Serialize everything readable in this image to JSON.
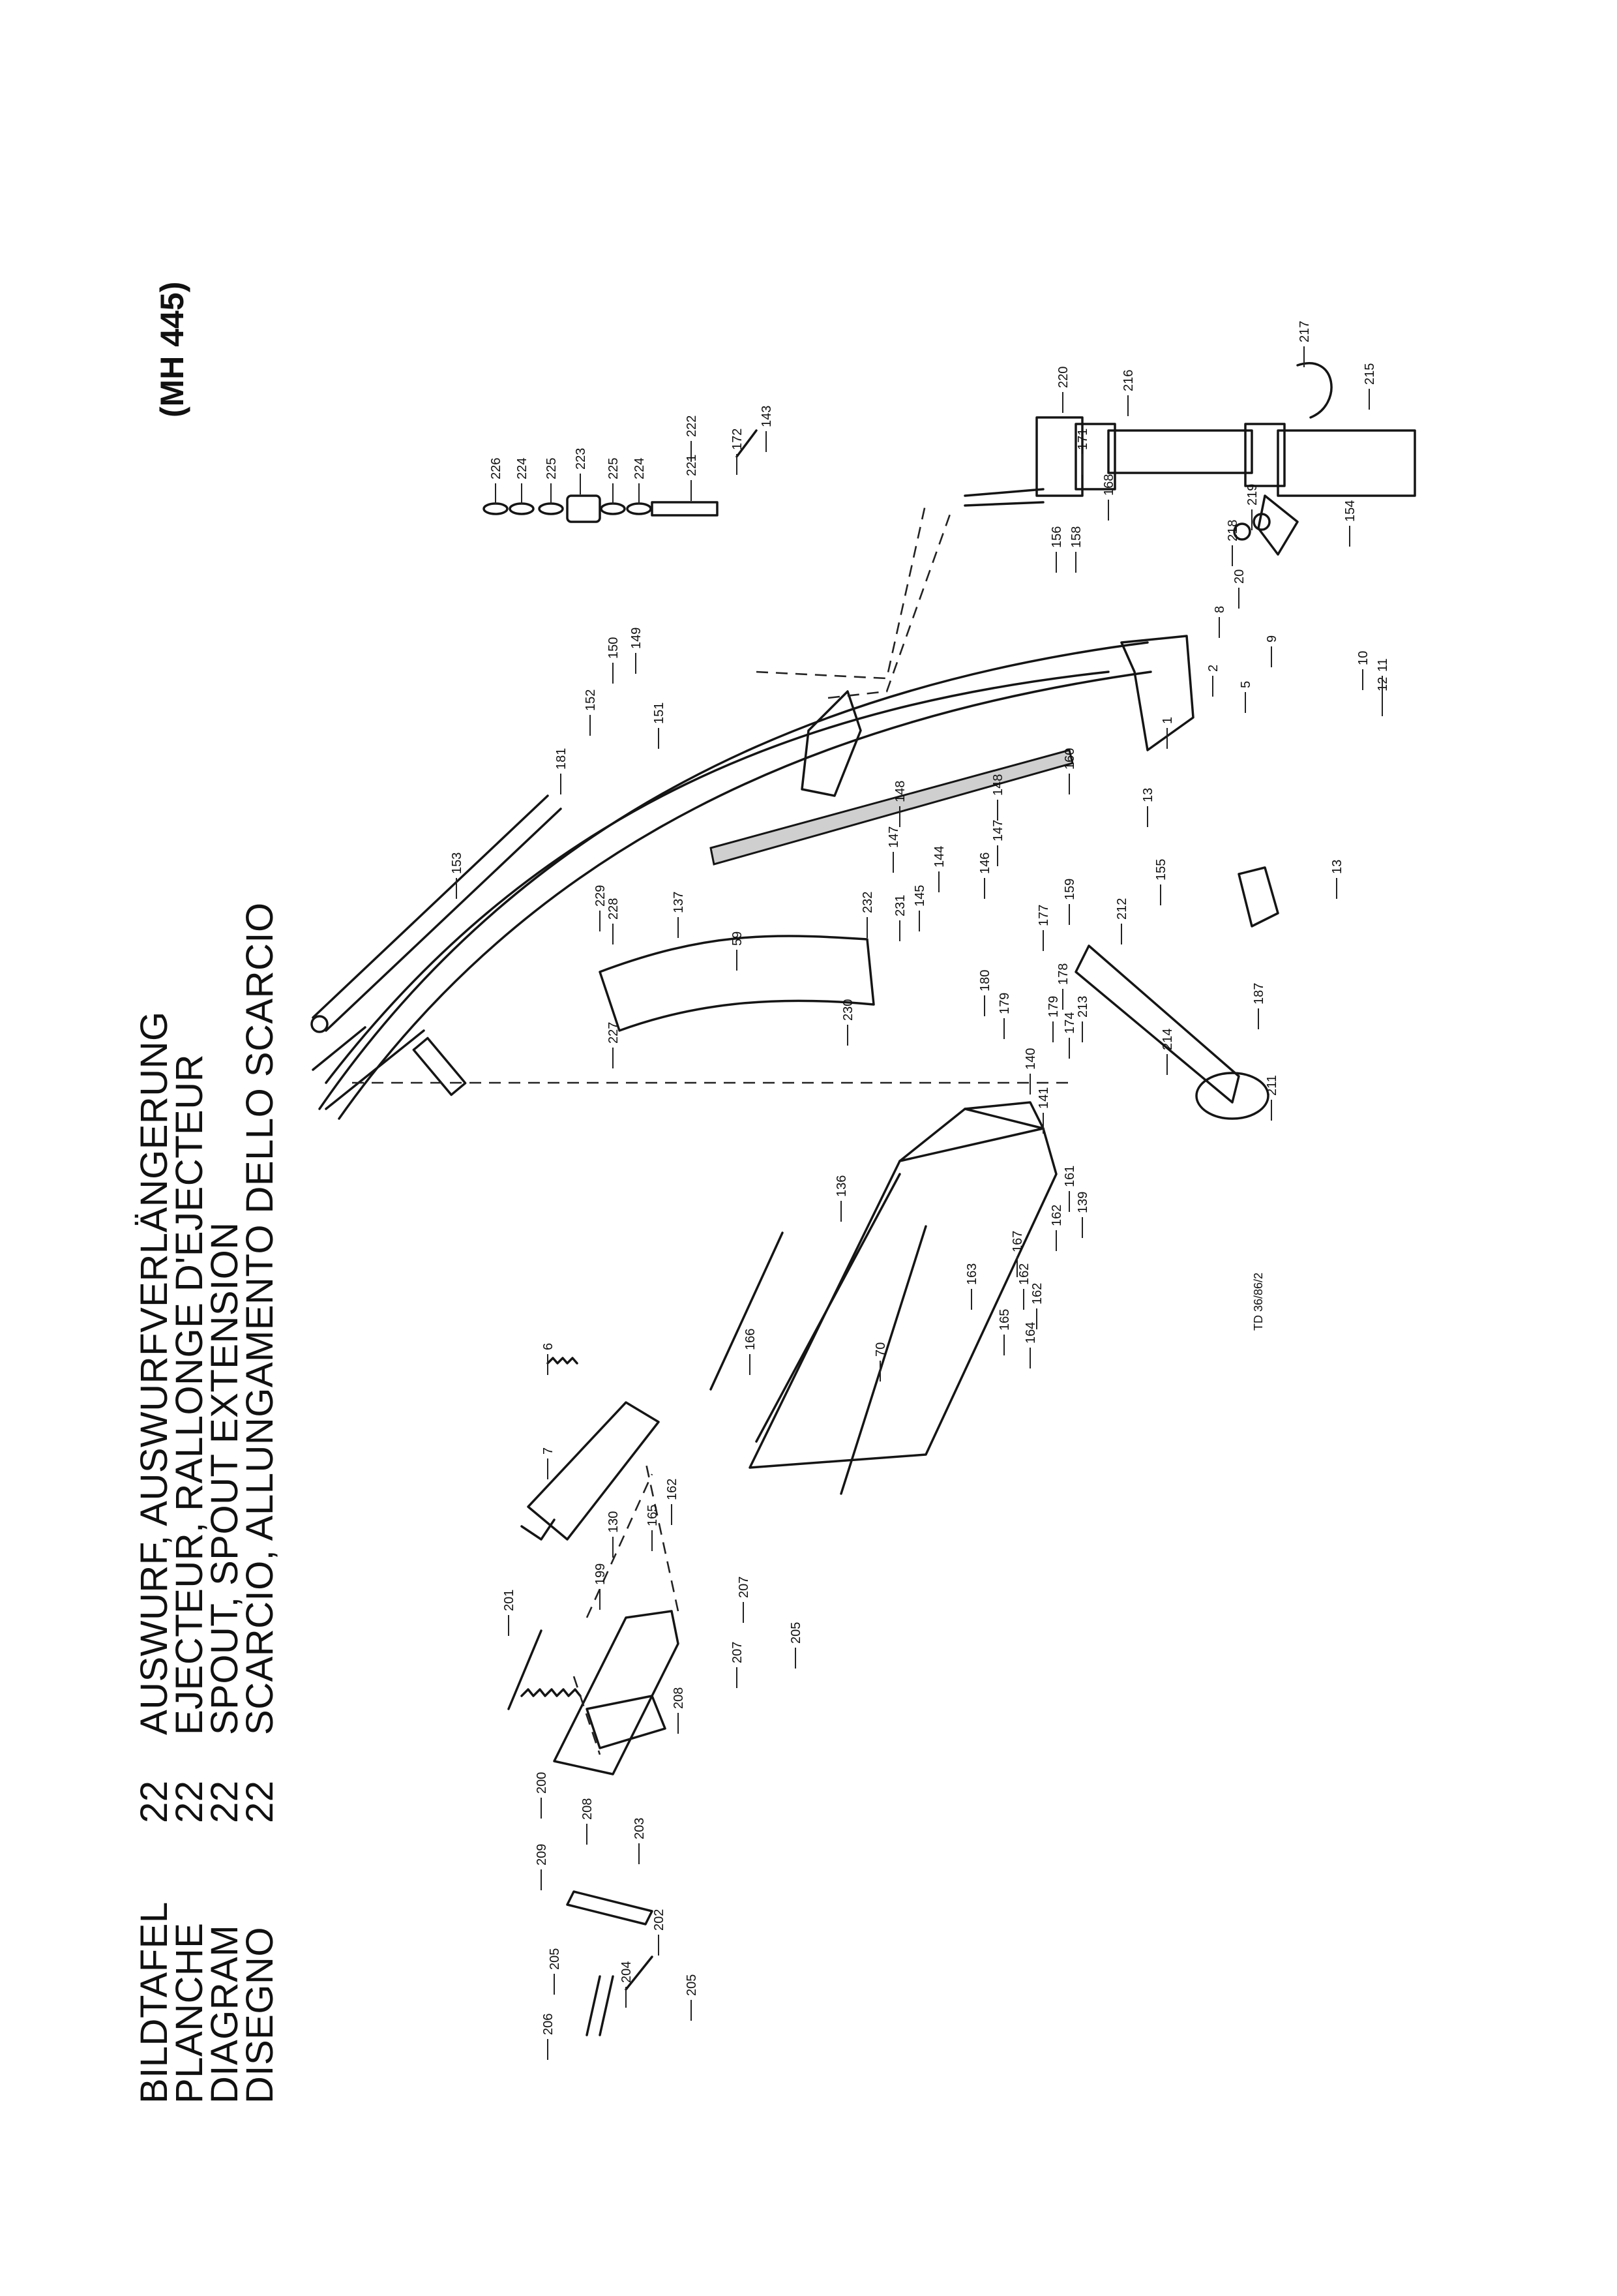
{
  "header": {
    "rows": [
      {
        "label": "BILDTAFEL",
        "number": "22",
        "title": "AUSWURF, AUSWURFVERLÄNGERUNG"
      },
      {
        "label": "PLANCHE",
        "number": "22",
        "title": "EJECTEUR, RALLONGE D'EJECTEUR"
      },
      {
        "label": "DIAGRAM",
        "number": "22",
        "title": "SPOUT, SPOUT EXTENSION"
      },
      {
        "label": "DISEGNO",
        "number": "22",
        "title": "SCARCIO, ALLUNGAMENTO DELLO SCARCIO"
      }
    ]
  },
  "model": "(MH 445)",
  "drawing_ref": "TD 36/86/2",
  "callouts": [
    "226",
    "224",
    "225",
    "223",
    "225",
    "224",
    "222",
    "221",
    "172",
    "143",
    "220",
    "216",
    "217",
    "215",
    "171",
    "168",
    "156",
    "158",
    "218",
    "219",
    "154",
    "150",
    "149",
    "152",
    "151",
    "181",
    "153",
    "8",
    "20",
    "9",
    "10",
    "2",
    "5",
    "1",
    "12",
    "11",
    "13",
    "160",
    "148",
    "148",
    "147",
    "147",
    "145",
    "144",
    "146",
    "159",
    "137",
    "59",
    "232",
    "231",
    "228",
    "229",
    "227",
    "230",
    "180",
    "177",
    "178",
    "179",
    "179",
    "174",
    "213",
    "212",
    "155",
    "13",
    "187",
    "214",
    "211",
    "140",
    "141",
    "136",
    "161",
    "162",
    "139",
    "163",
    "167",
    "162",
    "162",
    "165",
    "164",
    "166",
    "6",
    "7",
    "162",
    "165",
    "130",
    "201",
    "199",
    "207",
    "207",
    "205",
    "208",
    "200",
    "208",
    "209",
    "203",
    "202",
    "204",
    "205",
    "205",
    "206",
    "70"
  ]
}
